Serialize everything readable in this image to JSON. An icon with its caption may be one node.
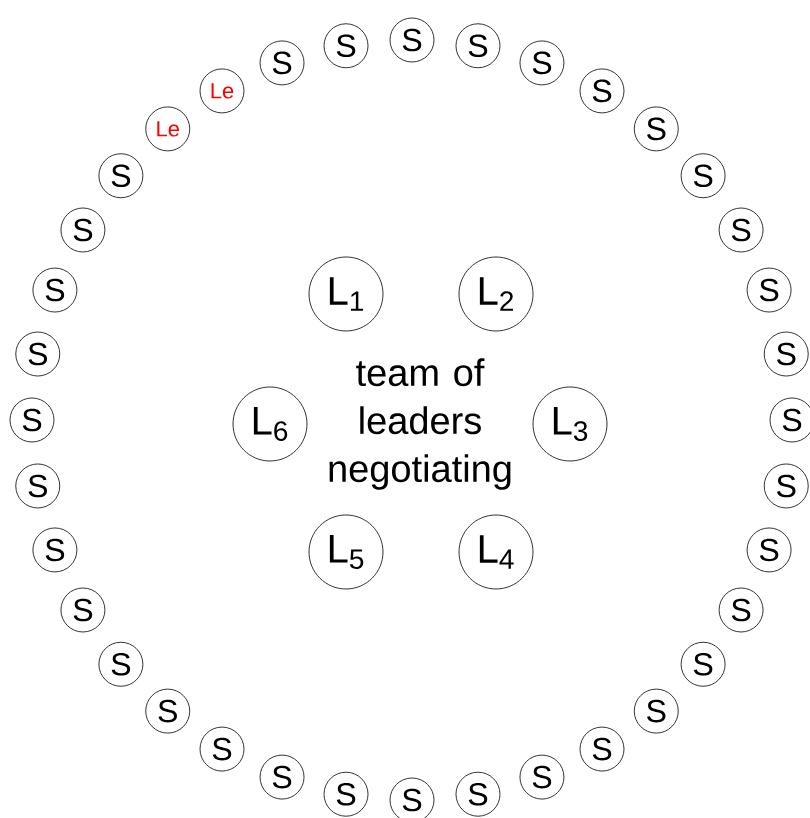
{
  "diagram": {
    "nodes": [
      {
        "text": [
          "S"
        ]
      },
      {
        "text": [
          "S"
        ]
      },
      {
        "text": [
          "S"
        ]
      },
      {
        "text": [
          "S"
        ]
      },
      {
        "text": [
          "S"
        ]
      },
      {
        "text": [
          "S"
        ]
      },
      {
        "text": [
          "S"
        ]
      },
      {
        "text": [
          "S"
        ]
      },
      {
        "text": [
          "S"
        ]
      },
      {
        "text": [
          "S"
        ]
      },
      {
        "text": [
          "S"
        ]
      },
      {
        "text": [
          "S"
        ]
      },
      {
        "text": [
          "S"
        ]
      },
      {
        "text": [
          "S"
        ]
      },
      {
        "text": [
          "S"
        ]
      },
      {
        "text": [
          "S"
        ]
      },
      {
        "text": [
          "S"
        ]
      },
      {
        "text": [
          "S"
        ]
      },
      {
        "text": [
          "S"
        ]
      },
      {
        "text": [
          "S"
        ]
      },
      {
        "text": [
          "S"
        ]
      },
      {
        "text": [
          "S"
        ]
      },
      {
        "text": [
          "S"
        ]
      },
      {
        "text": [
          "S"
        ]
      },
      {
        "text": [
          "S"
        ]
      },
      {
        "text": [
          "S"
        ]
      },
      {
        "text": [
          "S"
        ]
      },
      {
        "text": [
          "S"
        ]
      },
      {
        "text": [
          "S"
        ]
      },
      {
        "text": [
          "S"
        ]
      },
      {
        "text": [
          "S"
        ]
      },
      {
        "text": [
          "S"
        ]
      },
      {
        "text": [
          "Le"
        ]
      },
      {
        "text": [
          "Le"
        ]
      },
      {
        "text": [
          "S"
        ]
      },
      {
        "text": [
          "S"
        ]
      },
      {
        "text": [
          "L$_{1}$"
        ]
      },
      {
        "text": [
          "L$_{2}$"
        ]
      },
      {
        "text": [
          "L$_{3}$"
        ]
      },
      {
        "text": [
          "L$_{4}$"
        ]
      },
      {
        "text": [
          "L$_{5}$"
        ]
      },
      {
        "text": [
          "L$_{6}$"
        ]
      }
    ],
    "labels": [
      "team of leaders negotiating"
    ]
  }
}
